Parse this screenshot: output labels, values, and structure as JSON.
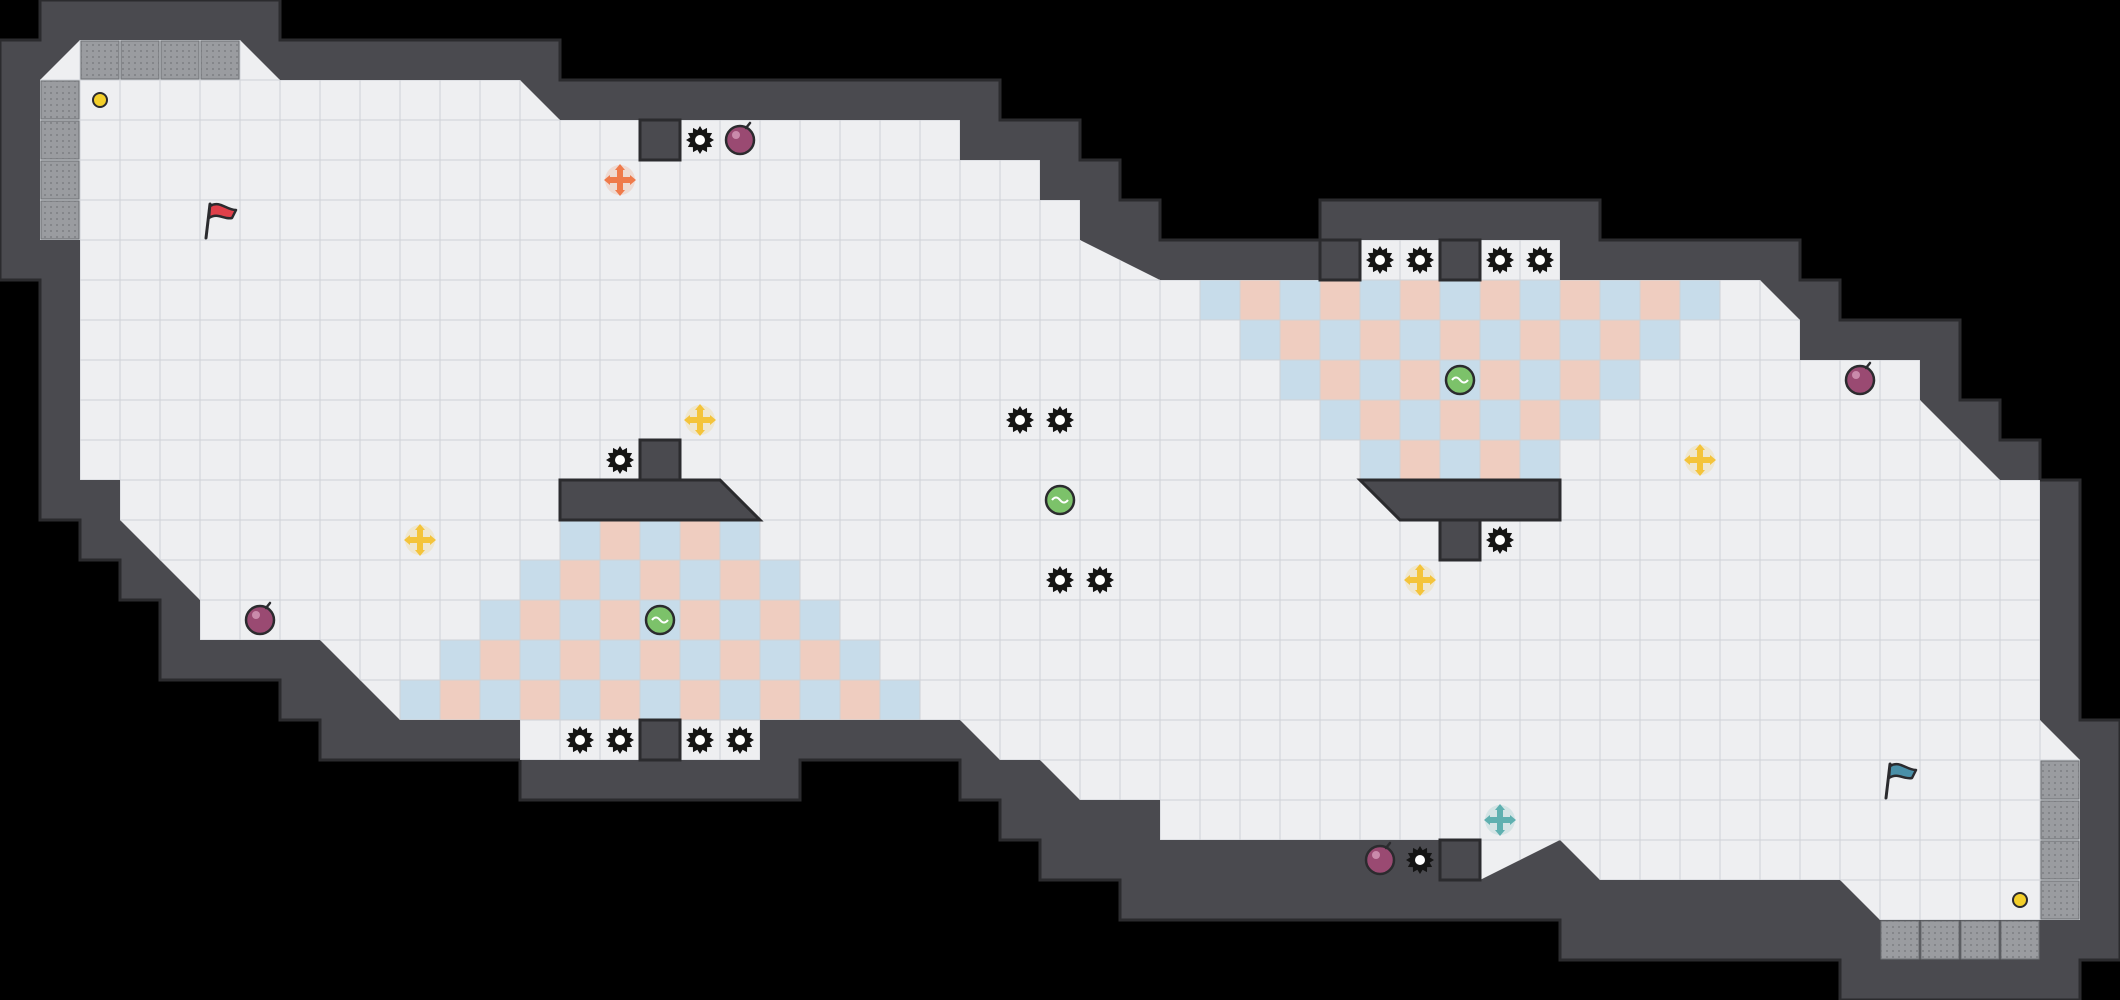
{
  "level": {
    "grid_cols": 53,
    "grid_rows": 25,
    "cell": 40,
    "origin_x": 0,
    "origin_y": 0
  },
  "colors": {
    "background": "#000000",
    "wall_fill": "#4a4a4f",
    "wall_outline": "#2b2b2e",
    "floor": "#eeeff1",
    "floor_grid": "#cfd2d6",
    "checker_pink": "#efcdc0",
    "checker_blue": "#c7dcea",
    "spawn_pad": "#9a9ca0",
    "flag_start": "#e0404a",
    "flag_goal": "#4a90a8",
    "bomb": "#9a4a72",
    "saw": "#141414",
    "gem_yellow": "#f4c43a",
    "gem_orange": "#ef7a4a",
    "gem_teal": "#5fb0b0",
    "coin": "#f3cf2a",
    "orb": "#7cc26a"
  },
  "icons": {
    "start_flag": "red-flag-icon",
    "goal_flag": "blue-flag-icon",
    "bomb": "bomb-icon",
    "saw": "sawblade-icon",
    "cross_gem": "cross-gem-icon",
    "coin": "coin-icon",
    "orb": "orb-icon"
  },
  "entities": {
    "start_flag": {
      "col": 5,
      "row": 5
    },
    "goal_flag": {
      "col": 47,
      "row": 19
    },
    "coins": [
      {
        "col": 2,
        "row": 2
      },
      {
        "col": 50,
        "row": 22
      }
    ],
    "bombs": [
      {
        "col": 18,
        "row": 3
      },
      {
        "col": 46,
        "row": 9
      },
      {
        "col": 6,
        "row": 15
      },
      {
        "col": 34,
        "row": 21
      }
    ],
    "orbs": [
      {
        "col": 36,
        "row": 9
      },
      {
        "col": 26,
        "row": 12
      },
      {
        "col": 16,
        "row": 15
      }
    ],
    "cross_gems": [
      {
        "col": 15,
        "row": 4,
        "color": "orange"
      },
      {
        "col": 17,
        "row": 10,
        "color": "yellow"
      },
      {
        "col": 42,
        "row": 11,
        "color": "yellow"
      },
      {
        "col": 10,
        "row": 13,
        "color": "yellow"
      },
      {
        "col": 35,
        "row": 14,
        "color": "yellow"
      },
      {
        "col": 37,
        "row": 20,
        "color": "teal"
      }
    ],
    "saws": [
      {
        "col": 17,
        "row": 3
      },
      {
        "col": 34,
        "row": 6
      },
      {
        "col": 35,
        "row": 6
      },
      {
        "col": 37,
        "row": 6
      },
      {
        "col": 38,
        "row": 6
      },
      {
        "col": 25,
        "row": 10
      },
      {
        "col": 26,
        "row": 10
      },
      {
        "col": 15,
        "row": 11
      },
      {
        "col": 37,
        "row": 13
      },
      {
        "col": 26,
        "row": 14
      },
      {
        "col": 27,
        "row": 14
      },
      {
        "col": 14,
        "row": 18
      },
      {
        "col": 15,
        "row": 18
      },
      {
        "col": 17,
        "row": 18
      },
      {
        "col": 18,
        "row": 18
      },
      {
        "col": 35,
        "row": 21
      }
    ]
  }
}
